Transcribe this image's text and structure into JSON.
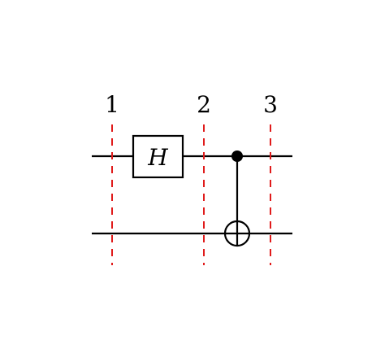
{
  "diagram": {
    "kind": "quantum-circuit",
    "slice_labels": [
      "1",
      "2",
      "3"
    ],
    "gate_h_label": "H",
    "colors": {
      "wire": "#000000",
      "slice_line": "#e01b1b",
      "background": "#ffffff"
    }
  }
}
